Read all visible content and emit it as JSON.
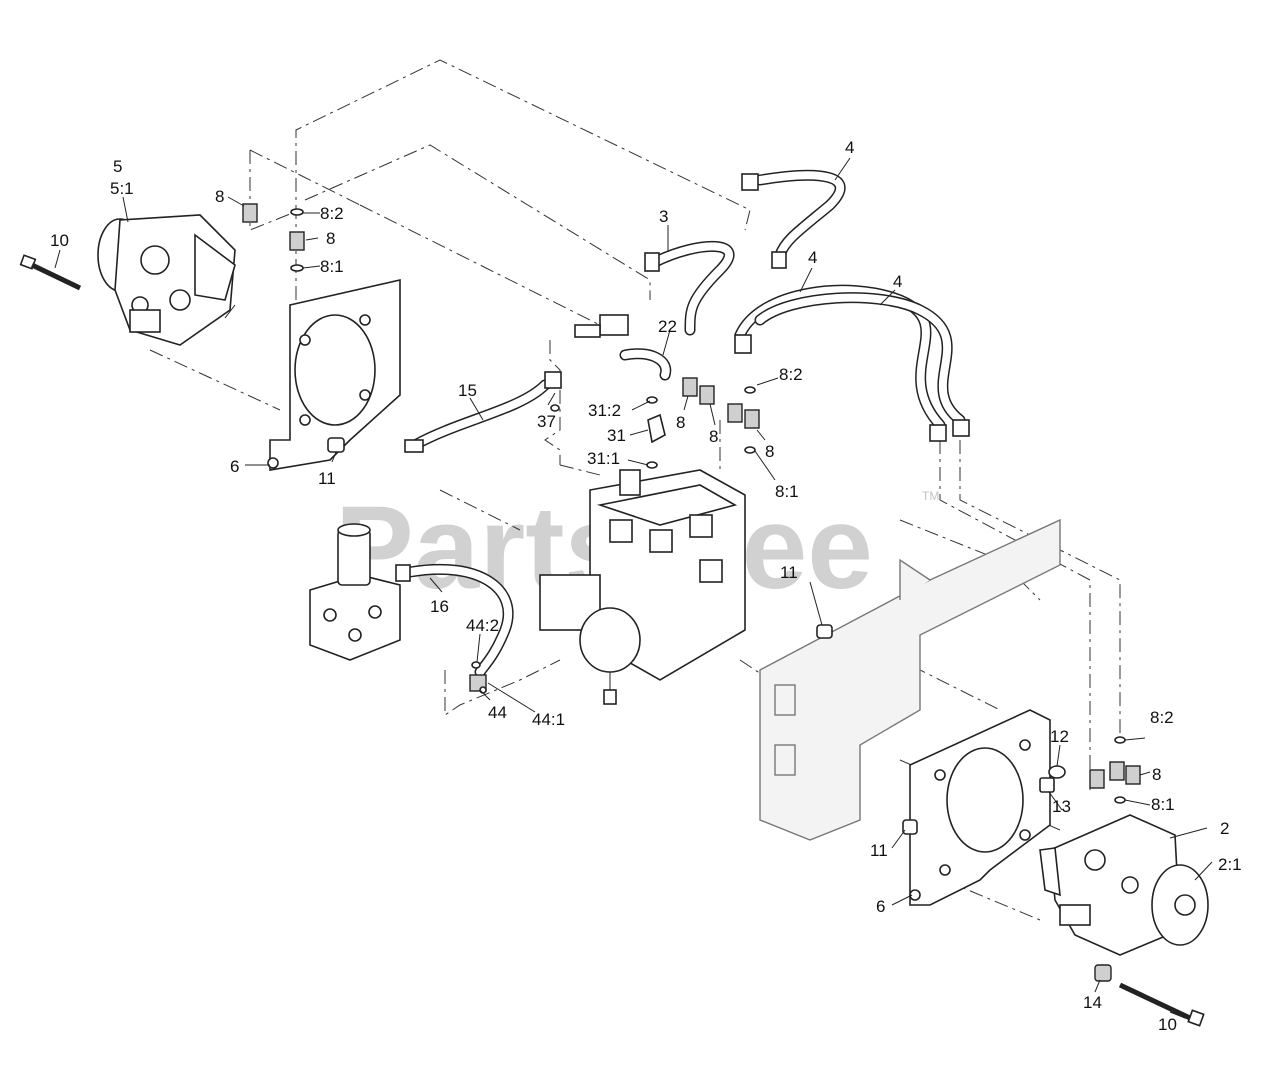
{
  "watermark": {
    "text": "PartsTree",
    "tm": "TM"
  },
  "callouts": {
    "c5": "5",
    "c5_1": "5:1",
    "c10a": "10",
    "c8a": "8",
    "c8_2a": "8:2",
    "c8b": "8",
    "c8_1a": "8:1",
    "c6a": "6",
    "c11a": "11",
    "c3": "3",
    "c4a": "4",
    "c4b": "4",
    "c4c": "4",
    "c22": "22",
    "c15": "15",
    "c37": "37",
    "c31_2": "31:2",
    "c31": "31",
    "c31_1": "31:1",
    "c8c": "8",
    "c8d": "8",
    "c8_2b": "8:2",
    "c8e": "8",
    "c8_1b": "8:1",
    "c16": "16",
    "c11b": "11",
    "c44_2": "44:2",
    "c44": "44",
    "c44_1": "44:1",
    "c12": "12",
    "c13": "13",
    "c8_2c": "8:2",
    "c8f": "8",
    "c8_1c": "8:1",
    "c2": "2",
    "c2_1": "2:1",
    "c11c": "11",
    "c6b": "6",
    "c14": "14",
    "c10b": "10"
  }
}
